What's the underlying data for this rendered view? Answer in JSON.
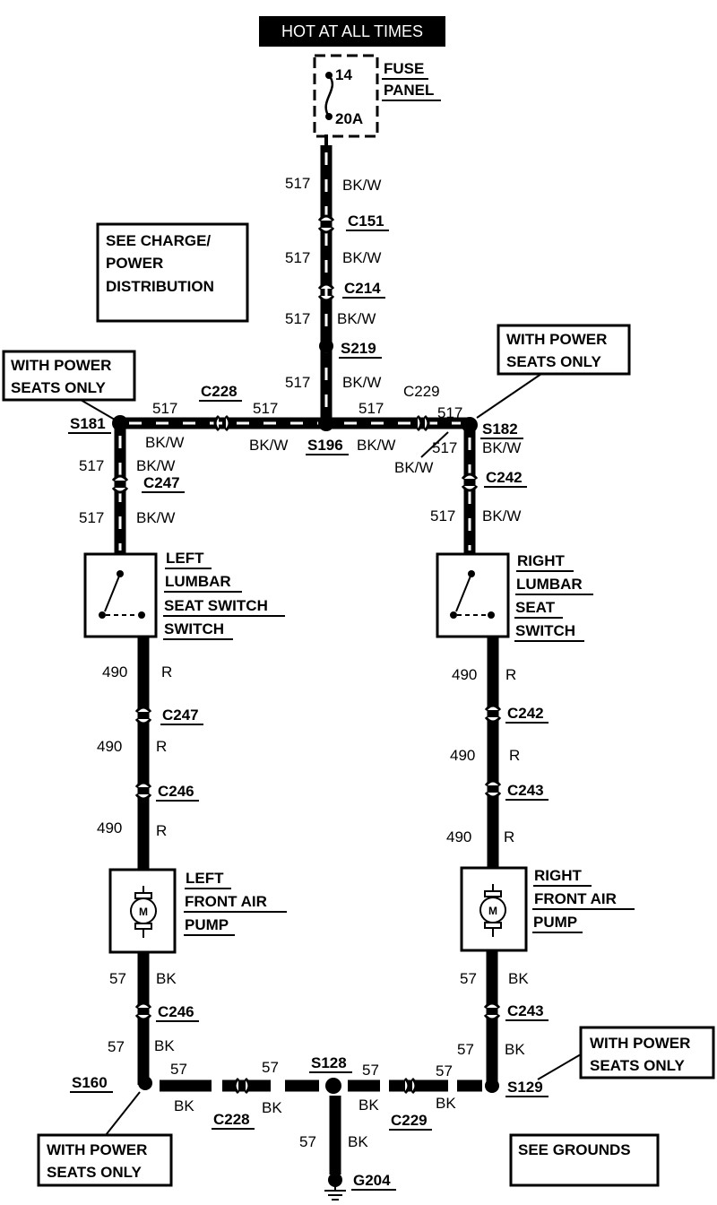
{
  "header": {
    "title": "HOT AT ALL TIMES"
  },
  "fuse": {
    "number": "14",
    "rating": "20A",
    "label_line1": "FUSE",
    "label_line2": "PANEL"
  },
  "notes": {
    "see_charge_line1": "SEE CHARGE/",
    "see_charge_line2": "POWER",
    "see_charge_line3": "DISTRIBUTION",
    "power_seats_line1": "WITH POWER",
    "power_seats_line2": "SEATS ONLY",
    "see_grounds": "SEE GROUNDS"
  },
  "circuits": {
    "c517": "517",
    "c490": "490",
    "c57": "57",
    "bkw": "BK/W",
    "r": "R",
    "bk": "BK"
  },
  "connectors": {
    "c151": "C151",
    "c214": "C214",
    "c228": "C228",
    "c229": "C229",
    "c247": "C247",
    "c242": "C242",
    "c246": "C246",
    "c243": "C243"
  },
  "splices": {
    "s219": "S219",
    "s196": "S196",
    "s181": "S181",
    "s182": "S182",
    "s160": "S160",
    "s128": "S128",
    "s129": "S129"
  },
  "ground": {
    "g204": "G204"
  },
  "components": {
    "left_switch_line1": "LEFT",
    "left_switch_line2": "LUMBAR",
    "left_switch_line3": "SEAT SWITCH",
    "left_switch_line4": "SWITCH",
    "right_switch_line1": "RIGHT",
    "right_switch_line2": "LUMBAR",
    "right_switch_line3": "SEAT",
    "right_switch_line4": "SWITCH",
    "left_pump_line1": "LEFT",
    "left_pump_line2": "FRONT AIR",
    "left_pump_line3": "PUMP",
    "right_pump_line1": "RIGHT",
    "right_pump_line2": "FRONT AIR",
    "right_pump_line3": "PUMP",
    "motor": "M"
  }
}
